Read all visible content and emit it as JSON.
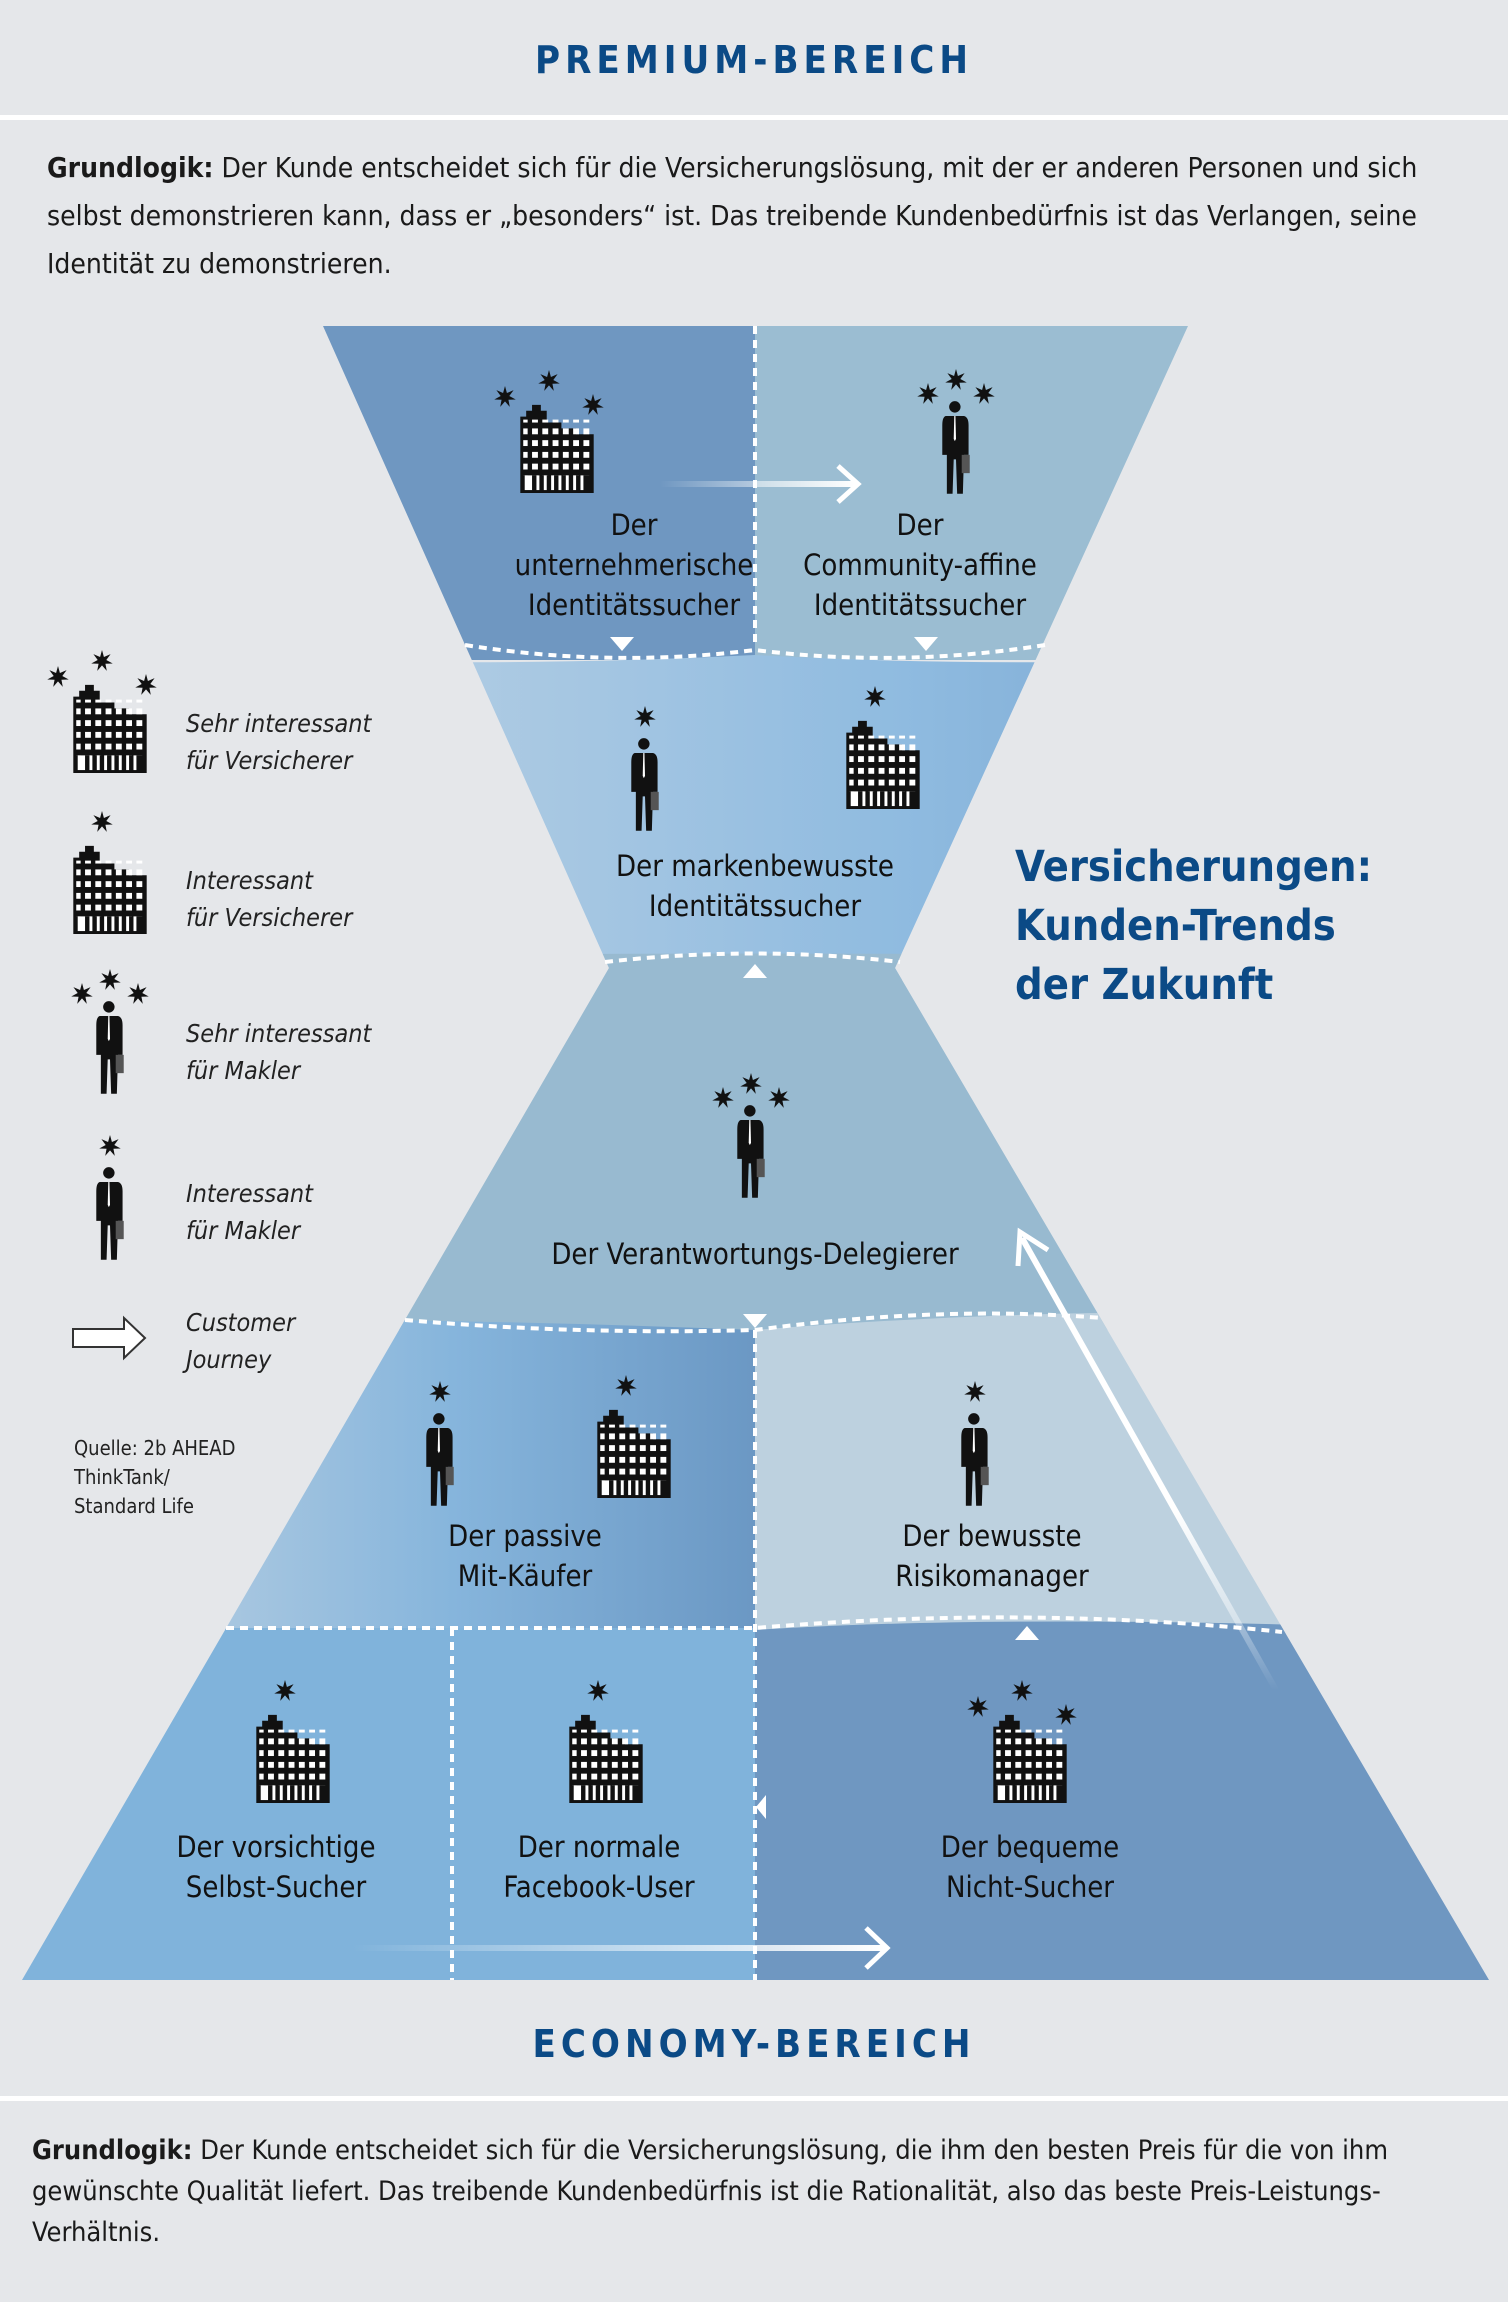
{
  "premium": {
    "title": "PREMIUM-BEREICH",
    "lead": "Grundlogik:",
    "text": "Der Kunde entscheidet sich für die Versicherungslösung, mit der er anderen Personen und sich selbst demonstrieren kann, dass er „besonders“ ist. Das treibende Kundenbedürfnis ist das Verlangen, seine Identität zu demonstrieren."
  },
  "economy": {
    "title": "ECONOMY-BEREICH",
    "lead": "Grundlogik:",
    "text": "Der Kunde entscheidet sich für die Versicherungslösung, die ihm den besten Preis für die von ihm gewünschte Qualität liefert. Das treibende Kundenbedürfnis ist die Rationalität, also das beste Preis-Leistungs-Verhältnis."
  },
  "side_title": [
    "Versicherungen:",
    "Kunden-Trends",
    "der Zukunft"
  ],
  "segments": {
    "unternehmerische": [
      "Der",
      "unternehmerische",
      "Identitätssucher"
    ],
    "community": [
      "Der",
      "Community-affine",
      "Identitätssucher"
    ],
    "markenbewusste": [
      "Der markenbewusste",
      "Identitätssucher"
    ],
    "delegierer": [
      "Der Verantwortungs-Delegierer"
    ],
    "passive": [
      "Der passive",
      "Mit-Käufer"
    ],
    "bewusste": [
      "Der bewusste",
      "Risikomanager"
    ],
    "vorsichtige": [
      "Der vorsichtige",
      "Selbst-Sucher"
    ],
    "facebook": [
      "Der normale",
      "Facebook-User"
    ],
    "bequeme": [
      "Der bequeme",
      "Nicht-Sucher"
    ]
  },
  "legend": [
    {
      "icon": "building-3-stars",
      "lines": [
        "Sehr interessant",
        "für Versicherer"
      ]
    },
    {
      "icon": "building-1-star",
      "lines": [
        "Interessant",
        "für Versicherer"
      ]
    },
    {
      "icon": "person-3-stars",
      "lines": [
        "Sehr interessant",
        "für Makler"
      ]
    },
    {
      "icon": "person-1-star",
      "lines": [
        "Interessant",
        "für Makler"
      ]
    },
    {
      "icon": "outline-arrow",
      "lines": [
        "Customer",
        "Journey"
      ]
    }
  ],
  "source": [
    "Quelle: 2b AHEAD",
    "ThinkTank/",
    "Standard Life"
  ],
  "colors": {
    "accent": "#0b4a86",
    "dark_blue": "#6f97c1",
    "mid_blue": "#80b3db",
    "pale_blue": "#9bbdd2",
    "light_blue": "#bdd1df"
  }
}
